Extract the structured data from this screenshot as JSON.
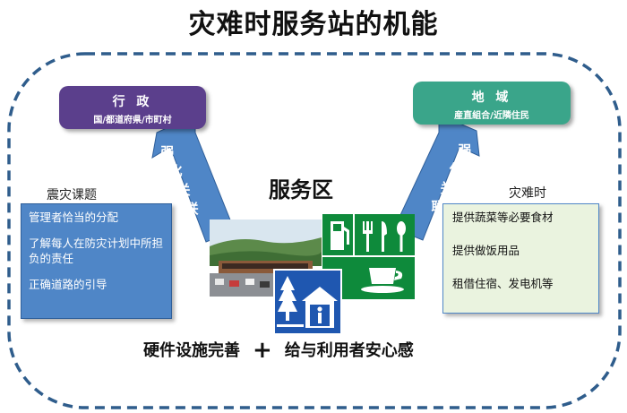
{
  "title": "灾难时服务站的机能",
  "government": {
    "title": "行 政",
    "subtitle": "国/都道府県/市町村"
  },
  "region": {
    "title": "地 域",
    "subtitle": "産直組合/近隣住民"
  },
  "left_arrow_text": [
    "强",
    "化",
    "关",
    "联"
  ],
  "right_arrow_text": [
    "强",
    "化",
    "关",
    "联"
  ],
  "service_area_label": "服务区",
  "issues": {
    "label": "震灾课题",
    "items": [
      "管理者恰当的分配",
      "了解每人在防灾计划中所担负的责任",
      "正确道路的引导"
    ]
  },
  "disaster_time": {
    "label": "灾难时",
    "items": [
      "提供蔬菜等必要食材",
      "提供做饭用品",
      "租借住宿、发电机等"
    ]
  },
  "bottom": {
    "left": "硬件设施完善",
    "plus": "+",
    "right": "给与利用者安心感"
  },
  "colors": {
    "frame": "#2f5d8c",
    "government": "#5b3f8c",
    "region": "#3aa58a",
    "arrow": "#4f86c7",
    "issues": "#4f86c7",
    "disaster_bg": "#eaf3df",
    "sign_green": "#0e8a3b",
    "sign_blue": "#1f57b0"
  }
}
